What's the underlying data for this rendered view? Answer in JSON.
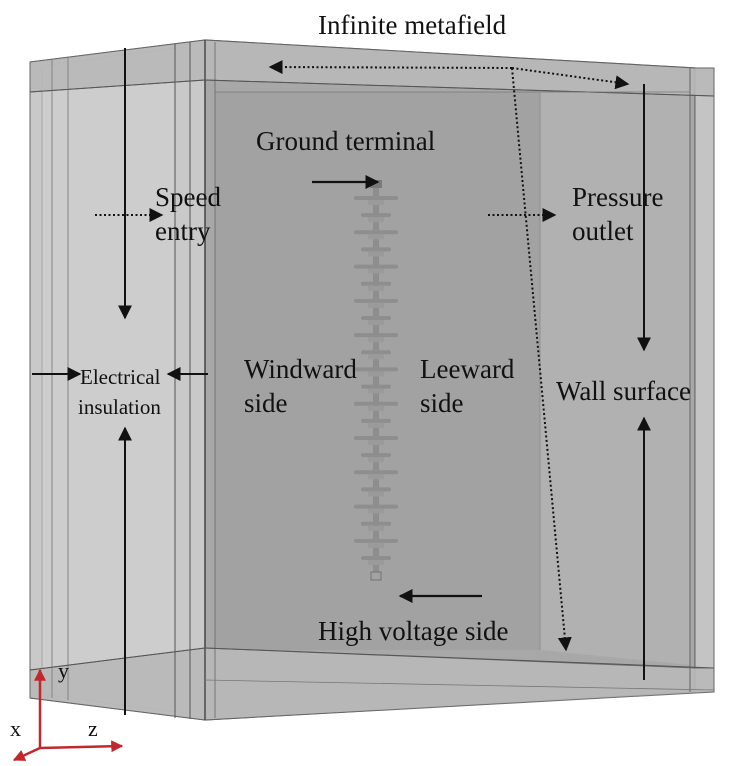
{
  "labels": {
    "infinite_metafield": "Infinite metafield",
    "ground_terminal": "Ground terminal",
    "speed": "Speed",
    "entry": "entry",
    "pressure": "Pressure",
    "outlet": "outlet",
    "electrical": "Electrical",
    "insulation": "insulation",
    "windward": "Windward",
    "windward_side": "side",
    "leeward": "Leeward",
    "leeward_side": "side",
    "wall_surface": "Wall surface",
    "high_voltage_side": "High voltage side"
  },
  "axes": {
    "x": "x",
    "y": "y",
    "z": "z"
  },
  "colors": {
    "box_front": "#a9a9a9",
    "box_side": "#c8c8c8",
    "box_edge": "#5a5a5a",
    "insulator": "#8e8e8e",
    "axis": "#c0282d",
    "arrow": "#111111"
  },
  "insulator_sheds": 22
}
